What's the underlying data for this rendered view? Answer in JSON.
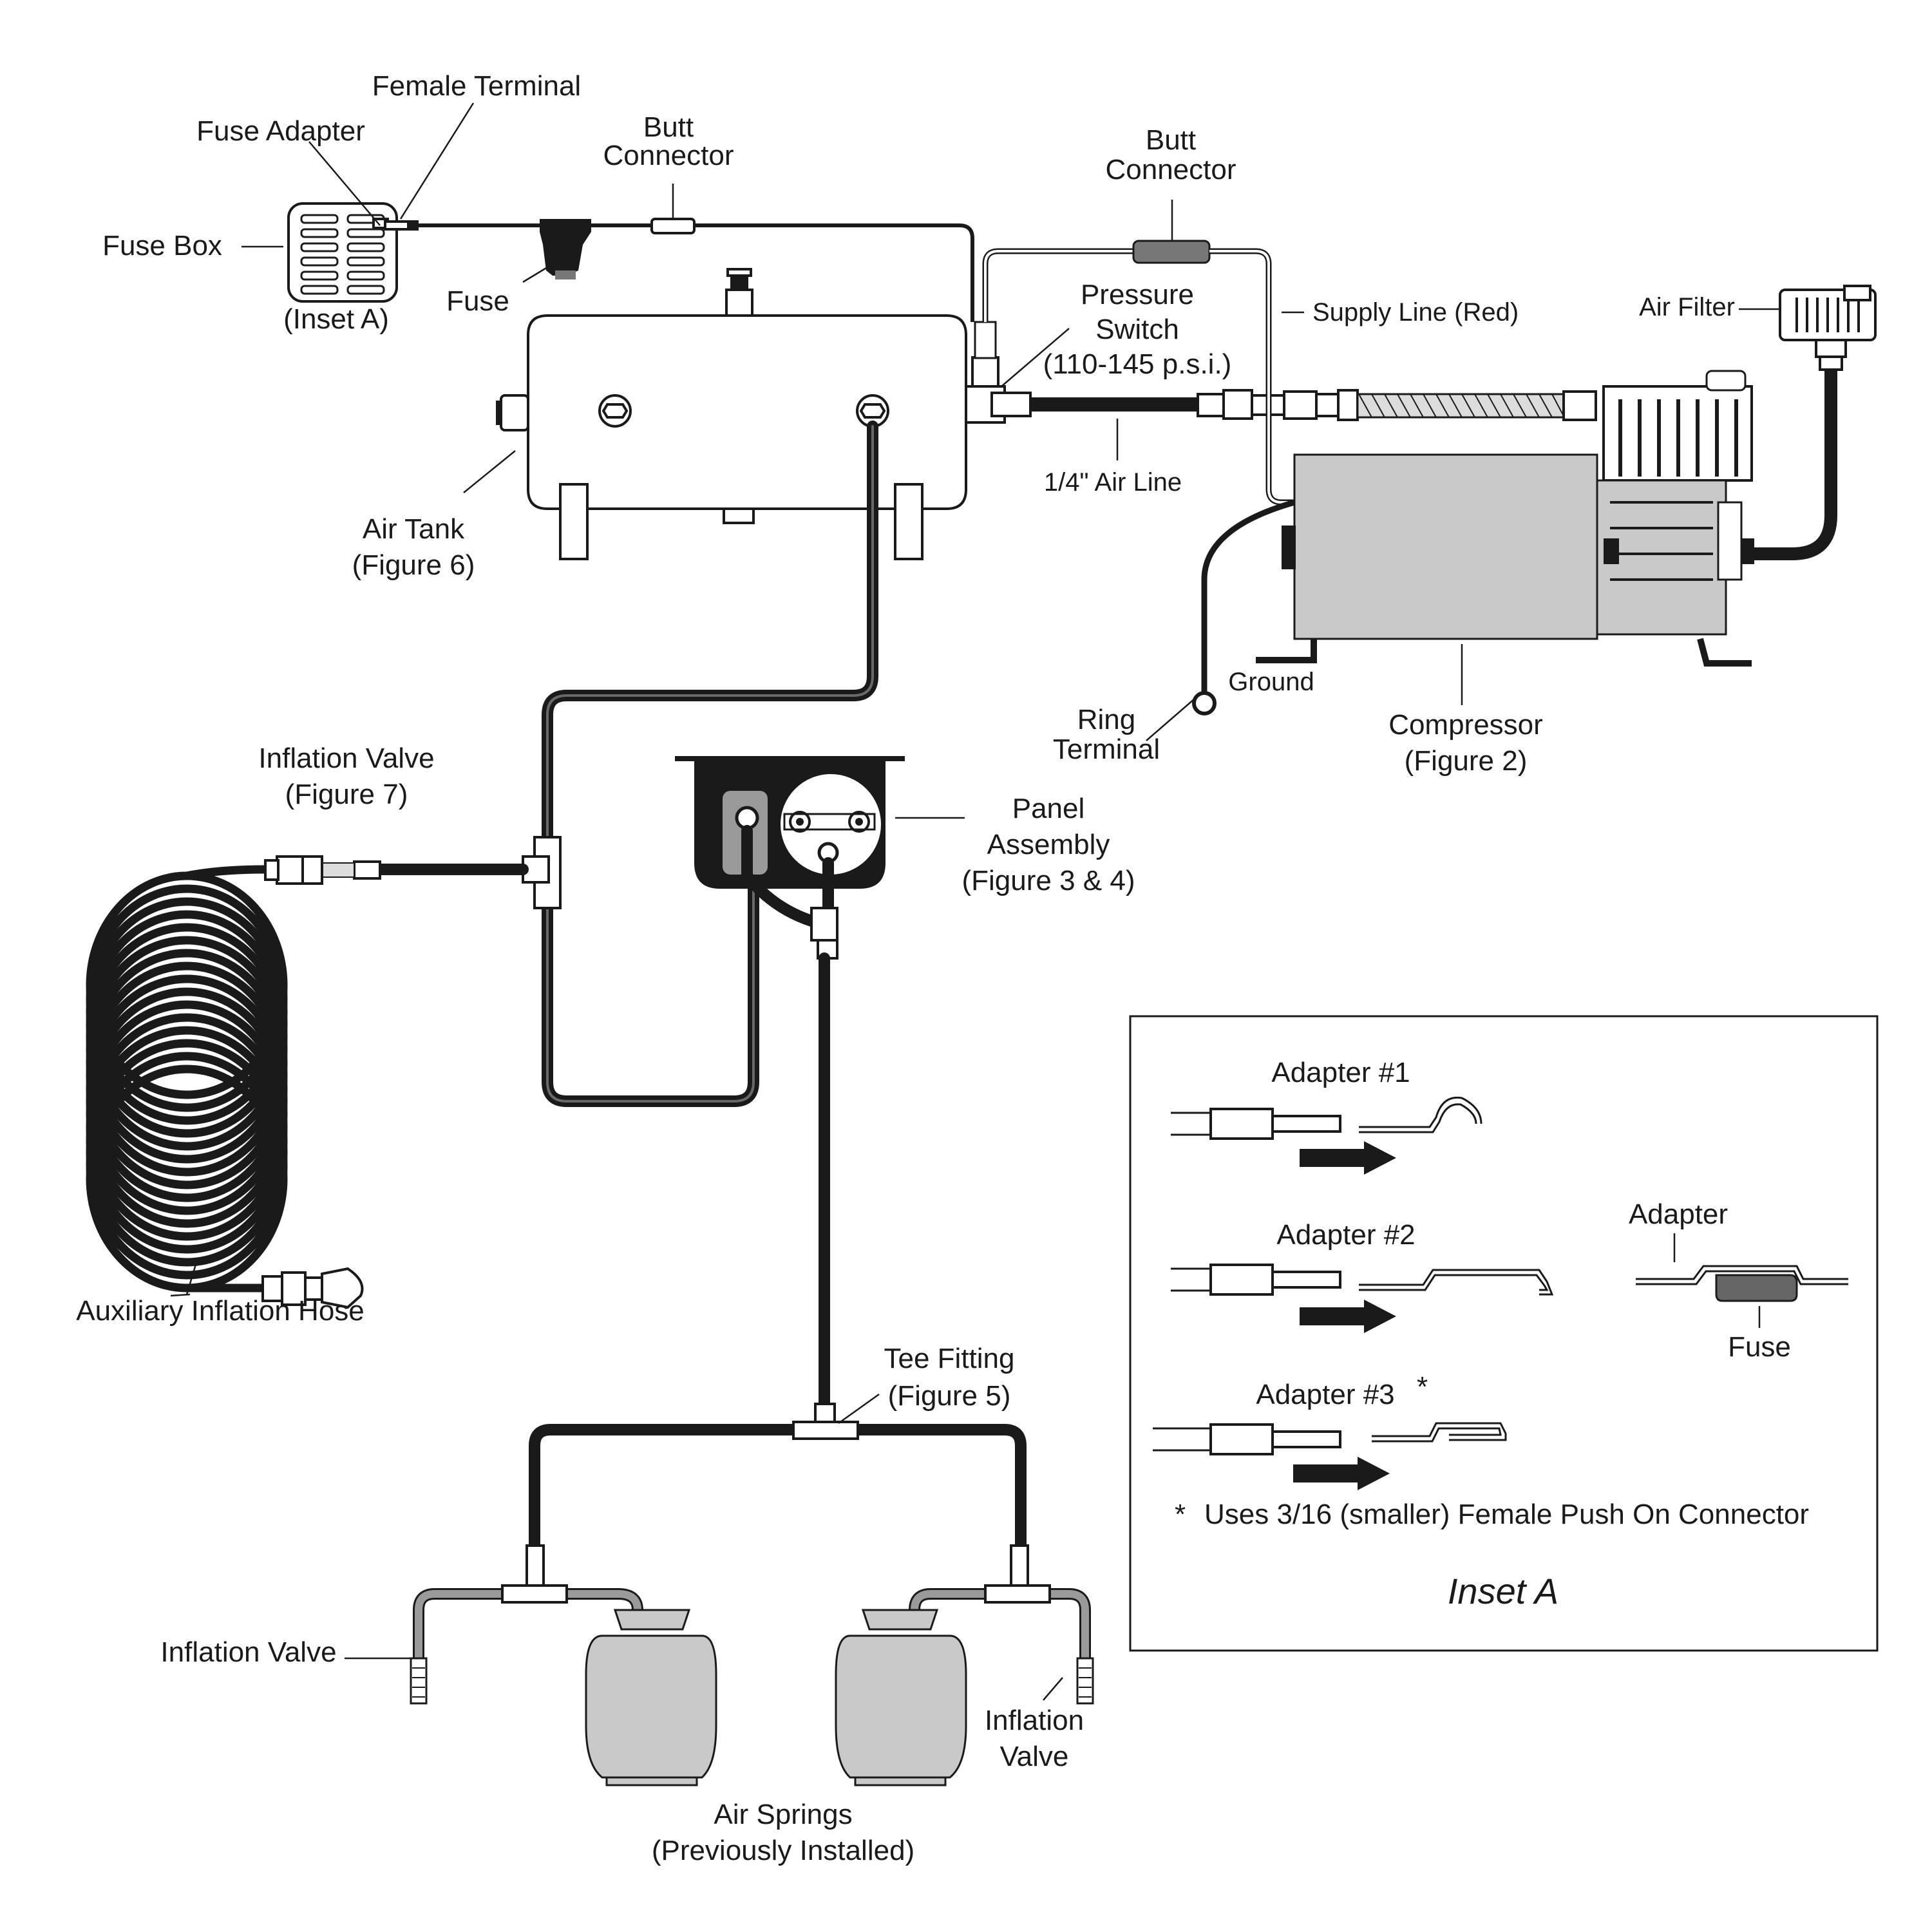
{
  "labels": {
    "female_terminal": "Female Terminal",
    "fuse_adapter": "Fuse Adapter",
    "fuse_box": "Fuse Box",
    "inset_a_ref": "(Inset A)",
    "fuse": "Fuse",
    "butt_connector_left_1": "Butt",
    "butt_connector_left_2": "Connector",
    "butt_connector_right_1": "Butt",
    "butt_connector_right_2": "Connector",
    "pressure_switch_1": "Pressure",
    "pressure_switch_2": "Switch",
    "pressure_switch_3": "(110-145 p.s.i.)",
    "supply_line": "Supply Line (Red)",
    "air_filter": "Air Filter",
    "air_line": "1/4\" Air Line",
    "air_tank_1": "Air Tank",
    "air_tank_2": "(Figure 6)",
    "ground": "Ground",
    "ring_terminal_1": "Ring",
    "ring_terminal_2": "Terminal",
    "compressor_1": "Compressor",
    "compressor_2": "(Figure 2)",
    "inflation_valve_fig7_1": "Inflation Valve",
    "inflation_valve_fig7_2": "(Figure 7)",
    "panel_assembly_1": "Panel",
    "panel_assembly_2": "Assembly",
    "panel_assembly_3": "(Figure 3 & 4)",
    "aux_hose": "Auxiliary Inflation Hose",
    "tee_fitting_1": "Tee Fitting",
    "tee_fitting_2": "(Figure 5)",
    "inflation_valve_left": "Inflation Valve",
    "inflation_valve_right_1": "Inflation",
    "inflation_valve_right_2": "Valve",
    "air_springs_1": "Air Springs",
    "air_springs_2": "(Previously Installed)"
  },
  "inset": {
    "adapter1": "Adapter #1",
    "adapter2": "Adapter #2",
    "adapter3": "Adapter #3",
    "adapter3_star": "*",
    "adapter": "Adapter",
    "fuse": "Fuse",
    "note_star": "*",
    "note": "Uses 3/16 (smaller) Female Push On Connector",
    "title": "Inset A"
  }
}
